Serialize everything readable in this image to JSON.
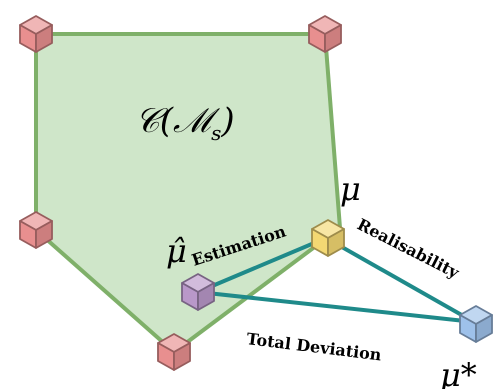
{
  "region": {
    "label": "𝒞(ℳ",
    "label_sub": "s",
    "label_close": ")",
    "fill_color": "#cfe6c9",
    "stroke_color": "#7fb069"
  },
  "points": {
    "mu": {
      "label": "μ",
      "color": "#f3d873"
    },
    "mu_hat": {
      "label": "μ̂",
      "color": "#b998c9"
    },
    "mu_star": {
      "label": "μ*",
      "color": "#9ec1ea"
    }
  },
  "vertex_cube_color": "#e88f8f",
  "edges": {
    "color": "#1f8a8a",
    "estimation": "Estimation",
    "realisability": "Realisability",
    "total_deviation": "Total Deviation"
  }
}
